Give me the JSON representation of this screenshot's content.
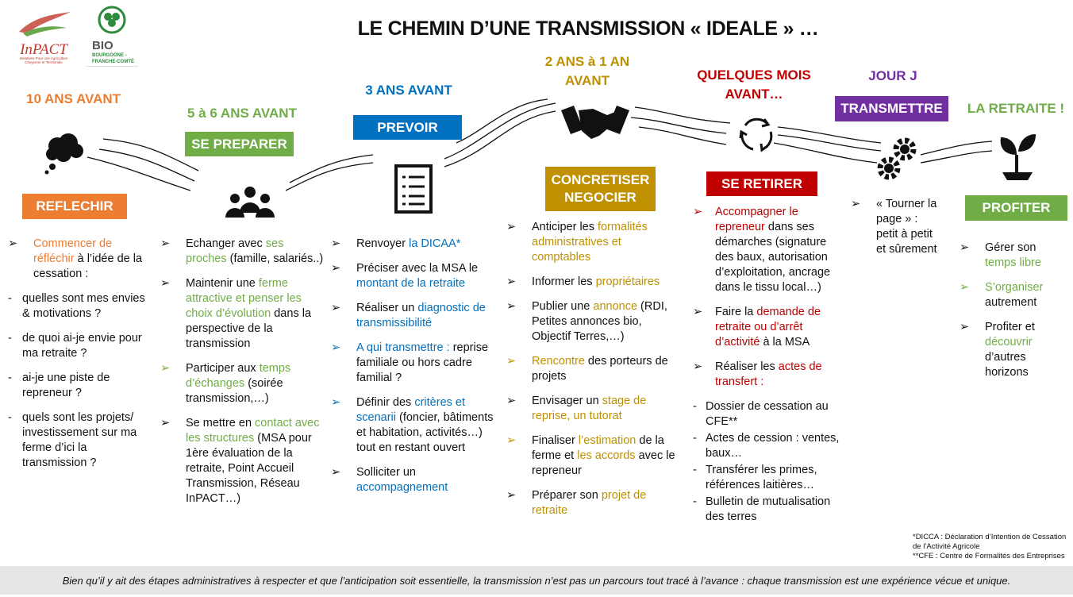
{
  "title": "LE CHEMIN D’UNE TRANSMISSION « IDEALE » …",
  "logos": {
    "inpact": "InPACT",
    "inpact_sub": "Initiatives Pour une Agriculture Citoyenne et Territoriale",
    "bio": "BIO",
    "bio_sub": "BOURGOGNE - FRANCHE-COMTÉ"
  },
  "colors": {
    "orange": "#ED7D31",
    "green": "#70AD47",
    "blue": "#0070C0",
    "gold": "#BF9000",
    "red": "#C00000",
    "purple": "#7030A0"
  },
  "cols": [
    {
      "phase": "10 ANS AVANT",
      "box": "REFLECHIR",
      "color": "orange",
      "icon": "thought-cloud-icon",
      "items": [
        {
          "type": "arrow",
          "segs": [
            {
              "t": "Commencer de réfléchir",
              "c": "orange"
            },
            {
              "t": " à l’idée de la cessation :"
            }
          ]
        },
        {
          "type": "dash",
          "segs": [
            {
              "t": "quelles sont mes envies & motivations ?"
            }
          ]
        },
        {
          "type": "dash",
          "segs": [
            {
              "t": "de quoi ai-je envie pour ma retraite ?"
            }
          ]
        },
        {
          "type": "dash",
          "segs": [
            {
              "t": "ai-je une piste de repreneur ?"
            }
          ]
        },
        {
          "type": "dash",
          "segs": [
            {
              "t": "quels sont les projets/ investissement sur ma ferme d’ici la transmission ?"
            }
          ]
        }
      ]
    },
    {
      "phase": "5 à 6 ANS AVANT",
      "box": "SE PREPARER",
      "color": "green",
      "icon": "people-icon",
      "items": [
        {
          "type": "arrow",
          "segs": [
            {
              "t": "Echanger avec "
            },
            {
              "t": "ses proches",
              "c": "green"
            },
            {
              "t": " (famille, salariés..)"
            }
          ]
        },
        {
          "type": "arrow",
          "segs": [
            {
              "t": "Maintenir une "
            },
            {
              "t": "ferme attractive et penser les choix d’évolution",
              "c": "green"
            },
            {
              "t": " dans la perspective de la transmission"
            }
          ]
        },
        {
          "type": "arrow",
          "mc": "green",
          "segs": [
            {
              "t": "Participer aux "
            },
            {
              "t": "temps d’échanges",
              "c": "green"
            },
            {
              "t": " (soirée transmission,…)"
            }
          ]
        },
        {
          "type": "arrow",
          "segs": [
            {
              "t": "Se mettre en "
            },
            {
              "t": "contact avec les structures",
              "c": "green"
            },
            {
              "t": " (MSA pour 1ère évaluation de la retraite, Point Accueil Transmission, Réseau InPACT…)"
            }
          ]
        }
      ]
    },
    {
      "phase": "3 ANS AVANT",
      "box": "PREVOIR",
      "color": "blue",
      "icon": "checklist-icon",
      "items": [
        {
          "type": "arrow",
          "segs": [
            {
              "t": "Renvoyer "
            },
            {
              "t": "la DICAA*",
              "c": "blue"
            }
          ]
        },
        {
          "type": "arrow",
          "segs": [
            {
              "t": "Préciser avec la MSA le "
            },
            {
              "t": "montant de la retraite",
              "c": "blue"
            }
          ]
        },
        {
          "type": "arrow",
          "segs": [
            {
              "t": "Réaliser un "
            },
            {
              "t": "diagnostic de transmissibilité",
              "c": "blue"
            }
          ]
        },
        {
          "type": "arrow",
          "mc": "blue",
          "segs": [
            {
              "t": "A qui transmettre :",
              "c": "blue"
            },
            {
              "t": " reprise familiale ou hors cadre familial ?"
            }
          ]
        },
        {
          "type": "arrow",
          "mc": "blue",
          "segs": [
            {
              "t": "Définir des "
            },
            {
              "t": "critères et scenarii",
              "c": "blue"
            },
            {
              "t": " (foncier, bâtiments et habitation, activités…) tout en restant ouvert"
            }
          ]
        },
        {
          "type": "arrow",
          "segs": [
            {
              "t": "Solliciter un "
            },
            {
              "t": "accompagnement",
              "c": "blue"
            }
          ]
        }
      ]
    },
    {
      "phase": "2 ANS à 1 AN AVANT",
      "box": "CONCRETISER NEGOCIER",
      "color": "gold",
      "icon": "handshake-icon",
      "items": [
        {
          "type": "arrow",
          "segs": [
            {
              "t": "Anticiper les "
            },
            {
              "t": "formalités administratives et comptables",
              "c": "gold"
            }
          ]
        },
        {
          "type": "arrow",
          "segs": [
            {
              "t": "Informer les "
            },
            {
              "t": "propriétaires",
              "c": "gold"
            }
          ]
        },
        {
          "type": "arrow",
          "segs": [
            {
              "t": "Publier une "
            },
            {
              "t": "annonce",
              "c": "gold"
            },
            {
              "t": " (RDI, Petites annonces bio, Objectif Terres,…)"
            }
          ]
        },
        {
          "type": "arrow",
          "mc": "gold",
          "segs": [
            {
              "t": "Rencontre",
              "c": "gold"
            },
            {
              "t": " des porteurs de projets"
            }
          ]
        },
        {
          "type": "arrow",
          "segs": [
            {
              "t": "Envisager un "
            },
            {
              "t": "stage de reprise, un tutorat",
              "c": "gold"
            }
          ]
        },
        {
          "type": "arrow",
          "mc": "gold",
          "segs": [
            {
              "t": "Finaliser "
            },
            {
              "t": "l’estimation",
              "c": "gold"
            },
            {
              "t": " de la ferme et "
            },
            {
              "t": "les accords",
              "c": "gold"
            },
            {
              "t": " avec le repreneur"
            }
          ]
        },
        {
          "type": "arrow",
          "segs": [
            {
              "t": "Préparer son "
            },
            {
              "t": "projet de retraite",
              "c": "gold"
            }
          ]
        }
      ]
    },
    {
      "phase": "QUELQUES MOIS AVANT…",
      "box": "SE RETIRER",
      "color": "red",
      "icon": "cycle-arrows-icon",
      "items": [
        {
          "type": "arrow",
          "mc": "red",
          "segs": [
            {
              "t": "Accompagner le repreneur",
              "c": "red"
            },
            {
              "t": " dans ses démarches (signature des baux, autorisation d’exploitation, ancrage dans le tissu local…)"
            }
          ]
        },
        {
          "type": "arrow",
          "segs": [
            {
              "t": "Faire la "
            },
            {
              "t": "demande de retraite ou d’arrêt d’activité",
              "c": "red"
            },
            {
              "t": " à la MSA"
            }
          ]
        },
        {
          "type": "arrow",
          "segs": [
            {
              "t": "Réaliser les "
            },
            {
              "t": "actes de transfert :",
              "c": "red"
            }
          ]
        },
        {
          "type": "dash",
          "segs": [
            {
              "t": "Dossier de cessation au CFE**"
            }
          ]
        },
        {
          "type": "dash",
          "segs": [
            {
              "t": "Actes de cession : ventes, baux…"
            }
          ]
        },
        {
          "type": "dash",
          "segs": [
            {
              "t": "Transférer les primes, références laitières…"
            }
          ]
        },
        {
          "type": "dash",
          "segs": [
            {
              "t": "Bulletin de mutualisation des terres"
            }
          ]
        }
      ]
    },
    {
      "phase": "JOUR J",
      "box": "TRANSMETTRE",
      "color": "purple",
      "icon": "gears-icon",
      "items": [
        {
          "type": "arrow",
          "segs": [
            {
              "t": "« Tourner la page » : petit à petit et sûrement"
            }
          ]
        }
      ]
    },
    {
      "phase": "LA RETRAITE !",
      "box": "PROFITER",
      "color": "green",
      "icon": "plant-icon",
      "items": [
        {
          "type": "arrow",
          "segs": [
            {
              "t": "Gérer son "
            },
            {
              "t": "temps libre",
              "c": "green"
            }
          ]
        },
        {
          "type": "arrow",
          "mc": "green",
          "segs": [
            {
              "t": "S’organiser",
              "c": "green"
            },
            {
              "t": " autrement"
            }
          ]
        },
        {
          "type": "arrow",
          "segs": [
            {
              "t": "Profiter et "
            },
            {
              "t": "découvrir",
              "c": "green"
            },
            {
              "t": " d’autres horizons"
            }
          ]
        }
      ]
    }
  ],
  "footnotes": [
    "*DICCA : Déclaration d’Intention de Cessation de l’Activité Agricole",
    "**CFE : Centre de Formalités des Entreprises"
  ],
  "footer": "Bien qu’il y ait des étapes administratives à respecter et que l’anticipation soit essentielle, la transmission n’est pas un parcours tout tracé à l’avance : chaque transmission est une expérience vécue et unique."
}
